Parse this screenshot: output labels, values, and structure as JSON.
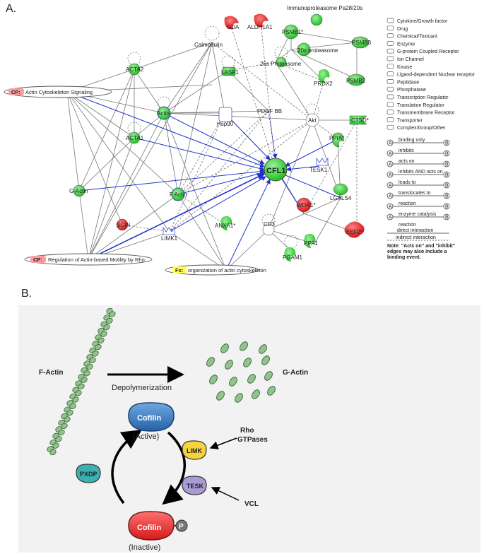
{
  "panel_a": {
    "label": "A.",
    "nodes": {
      "immunoproteasome": "Immunoproteasome Pa28/20s",
      "psme1": "PSME1*",
      "gda": "GDA",
      "aldh1a1": "ALDH1A1",
      "calmodulin": "Calmodulin",
      "proteasome26s": "26s Proteasome",
      "proteasome20s": "20s proteasome",
      "psmb3": "PSMB3",
      "psmb2": "PSMB2",
      "prdx2": "PRDX2",
      "acta2": "ACTA2",
      "lasp1": "LASP1",
      "actin": "Actin",
      "hsp90": "Hsp90",
      "pdgfbb": "PDGF BB",
      "akt": "Akt",
      "ctsd": "CTSD*",
      "ppia": "PPIA*",
      "acta1": "ACTA1",
      "cfl1": "CFL1",
      "tesk1": "TESK1",
      "gactin": "G-Actin",
      "factin": "F Actin",
      "wdr1": "WDR1*",
      "lgals4": "LGALS4",
      "scin": "SCIN",
      "limk1": "LIMK1",
      "anxa1": "ANXA1*",
      "cd3": "CD3",
      "ppa1": "PPA1",
      "eef2": "EEF2*",
      "pgam1": "PGAM1"
    },
    "cp1_tag": "CP:",
    "cp1_label": "Actin Cytoskeleton Signaling",
    "cp2_tag": "CP:",
    "cp2_label": "Regulation of Actin-based Motility by Rho",
    "fx_tag": "Fx:",
    "fx_label": "organization of actin cytoskeleton",
    "legend": {
      "shapes": [
        "Cytokine/Growth factor",
        "Drug",
        "Chemical/Toxicant",
        "Enzyme",
        "G-protein Coupled Receptor",
        "Ion Channel",
        "Kinase",
        "Ligand-dependent Nuclear receptor",
        "Peptidase",
        "Phosphatase",
        "Transcription Regulator",
        "Translation Regulator",
        "Transmembrane Receptor",
        "Transporter",
        "Complex/Group/Other"
      ],
      "relations": [
        "binding only",
        "inhibits",
        "acts on",
        "inhibits AND acts on",
        "leads to",
        "translocates to",
        "reaction",
        "enzyme catalysis"
      ],
      "relation_extra": "reaction",
      "node_letter_a": "A",
      "node_letter_b": "B",
      "direct": "direct interaction",
      "indirect": "indirect interaction",
      "note": "Note: \"Acts on\" and \"inhibit\" edges may also include a binding event."
    }
  },
  "panel_b": {
    "label": "B.",
    "factin": "F-Actin",
    "gactin": "G-Actin",
    "depolymerization": "Depolymerization",
    "cofilin_active": "Cofilin",
    "active": "(Active)",
    "cofilin_inactive": "Cofilin",
    "inactive": "(Inactive)",
    "phospho": "P",
    "limk": "LIMK",
    "tesk": "TESK",
    "pxdp": "PXDP",
    "rho": "Rho",
    "gtpases": "GTPases",
    "vcl": "VCL",
    "colors": {
      "active_blue": "#2f6fb0",
      "inactive_red": "#e02a2a",
      "limk_yellow": "#f5d33a",
      "tesk_purple": "#a99bd6",
      "pxdp_teal": "#3bb0b0",
      "actin_green": "#8fc58a"
    }
  }
}
